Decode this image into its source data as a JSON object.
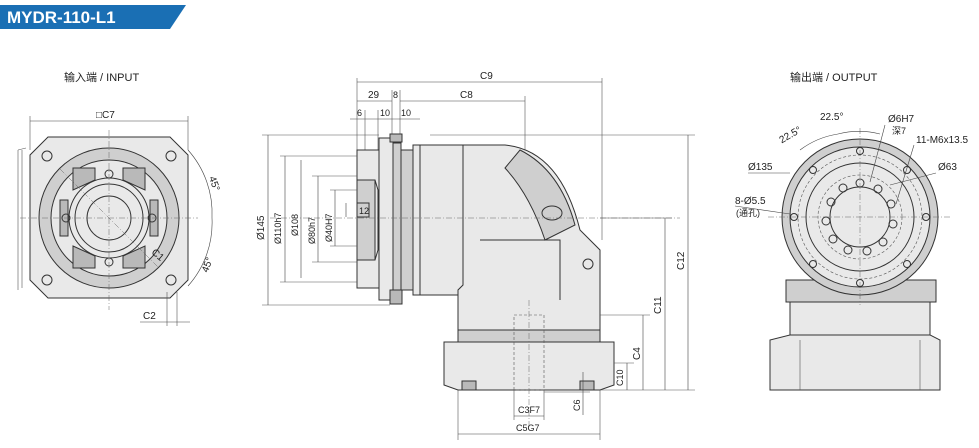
{
  "model": "MYDR-110-L1",
  "views": {
    "input_label": "输入端 / INPUT",
    "output_label": "输出端 / OUTPUT"
  },
  "input_dims": {
    "square": "□C7",
    "angle_top": "45°",
    "angle_bottom": "45°",
    "c1": "C1",
    "c2": "C2"
  },
  "side_dims": {
    "c9": "C9",
    "d29": "29",
    "d8": "8",
    "c8": "C8",
    "d6": "6",
    "d10a": "10",
    "d10b": "10",
    "d145": "Ø145",
    "d110": "Ø110h7",
    "d108": "Ø108",
    "d80": "Ø80h7",
    "d40": "Ø40H7",
    "d12": "12",
    "c12": "C12",
    "c11": "C11",
    "c4": "C4",
    "c10": "C10",
    "c6": "C6",
    "c3": "C3F7",
    "c5": "C5G7"
  },
  "output_dims": {
    "a1": "22.5°",
    "a2": "22.5°",
    "d6h7": "Ø6H7",
    "deep7": "深7",
    "thread": "11-M6x13.5",
    "d135": "Ø135",
    "d63": "Ø63",
    "holes": "8-Ø5.5",
    "thru": "(通孔)"
  },
  "colors": {
    "banner": "#1a6fb4",
    "banner_text": "#ffffff"
  }
}
